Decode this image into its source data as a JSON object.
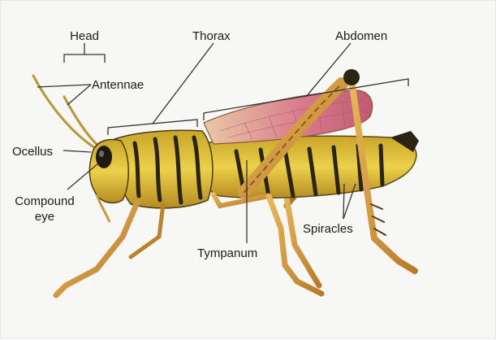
{
  "labels": {
    "head": "Head",
    "antennae": "Antennae",
    "thorax": "Thorax",
    "abdomen": "Abdomen",
    "ocellus": "Ocellus",
    "compound_eye_line1": "Compound",
    "compound_eye_line2": "eye",
    "tympanum": "Tympanum",
    "spiracles": "Spiracles"
  },
  "colors": {
    "body_yellow": "#e8c43a",
    "body_dark": "#2a2415",
    "wing_pink": "#d9788c",
    "leg_orange": "#d89a3c",
    "leader_line": "#333333"
  }
}
